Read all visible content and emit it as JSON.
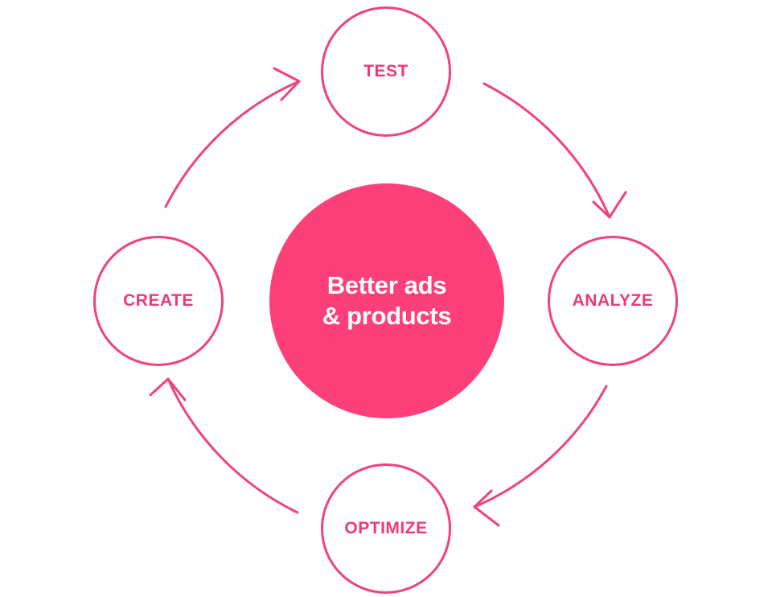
{
  "colors": {
    "accent": "#F0437A",
    "center_fill": "#FD3F7A",
    "center_text": "#FFFFFF",
    "background": "#FFFFFF"
  },
  "diagram": {
    "center": {
      "line1": "Better ads",
      "line2": "& products"
    },
    "nodes": {
      "test": "TEST",
      "analyze": "ANALYZE",
      "optimize": "OPTIMIZE",
      "create": "CREATE"
    }
  }
}
